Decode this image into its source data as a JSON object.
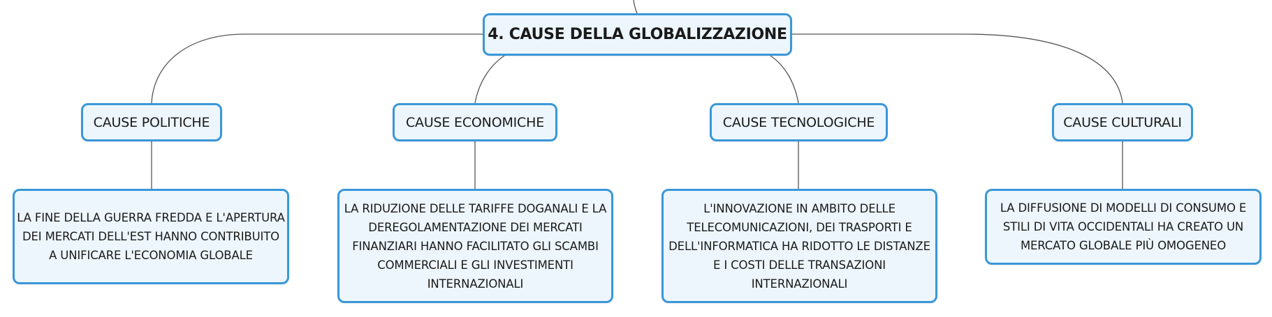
{
  "mindmap": {
    "root": {
      "title": "4. CAUSE DELLA GLOBALIZZAZIONE"
    },
    "branches": [
      {
        "label": "CAUSE POLITICHE",
        "detail": "LA FINE DELLA GUERRA FREDDA E L'APERTURA DEI MERCATI DELL'EST HANNO CONTRIBUITO A UNIFICARE L'ECONOMIA GLOBALE"
      },
      {
        "label": "CAUSE ECONOMICHE",
        "detail": "LA RIDUZIONE DELLE TARIFFE DOGANALI E LA DEREGOLAMENTAZIONE DEI MERCATI FINANZIARI HANNO FACILITATO GLI SCAMBI COMMERCIALI E GLI INVESTIMENTI INTERNAZIONALI"
      },
      {
        "label": "CAUSE TECNOLOGICHE",
        "detail": "L'INNOVAZIONE IN AMBITO DELLE TELECOMUNICAZIONI, DEI TRASPORTI E DELL'INFORMATICA HA RIDOTTO LE DISTANZE E I COSTI DELLE TRANSAZIONI INTERNAZIONALI"
      },
      {
        "label": "CAUSE CULTURALI",
        "detail": "LA DIFFUSIONE DI MODELLI DI CONSUMO E STILI DI VITA OCCIDENTALI HA CREATO UN MERCATO GLOBALE PIÙ OMOGENEO"
      }
    ]
  },
  "colors": {
    "node_border": "#3a97d8",
    "node_fill": "#edf6fd",
    "connector": "#555555",
    "text": "#1a1a1a"
  }
}
